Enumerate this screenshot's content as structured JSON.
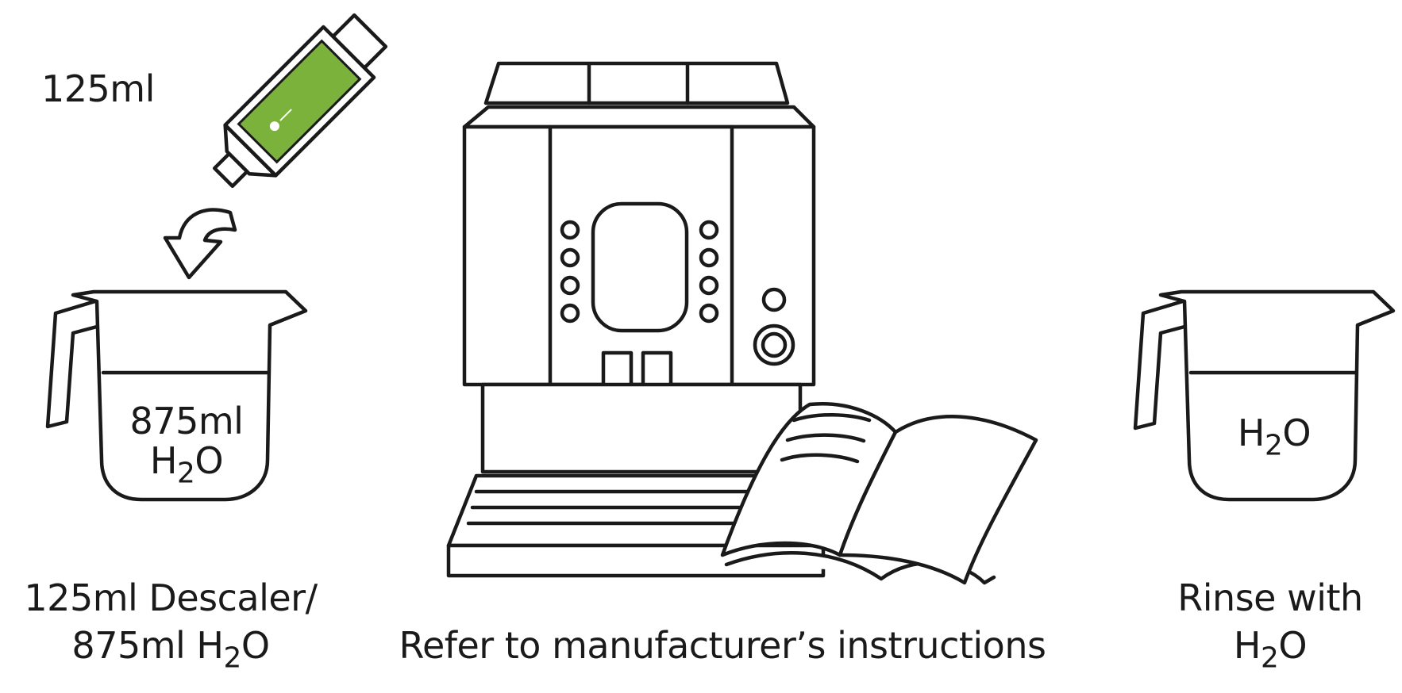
{
  "colors": {
    "ink": "#1a1a1a",
    "descaler_green": "#7ab23c",
    "background": "#ffffff"
  },
  "step1": {
    "bottle_label": "125ml",
    "jug_line1": "875ml",
    "jug_line2_main": "H",
    "jug_line2_sub": "2",
    "jug_line2_end": "O",
    "caption_line1": "125ml Descaler/",
    "caption_line2_main": "875ml H",
    "caption_line2_sub": "2",
    "caption_line2_end": "O"
  },
  "step2": {
    "caption": "Refer to manufacturer’s instructions"
  },
  "step3": {
    "jug_main": "H",
    "jug_sub": "2",
    "jug_end": "O",
    "caption_line1": "Rinse with",
    "caption_line2_main": "H",
    "caption_line2_sub": "2",
    "caption_line2_end": "O"
  }
}
